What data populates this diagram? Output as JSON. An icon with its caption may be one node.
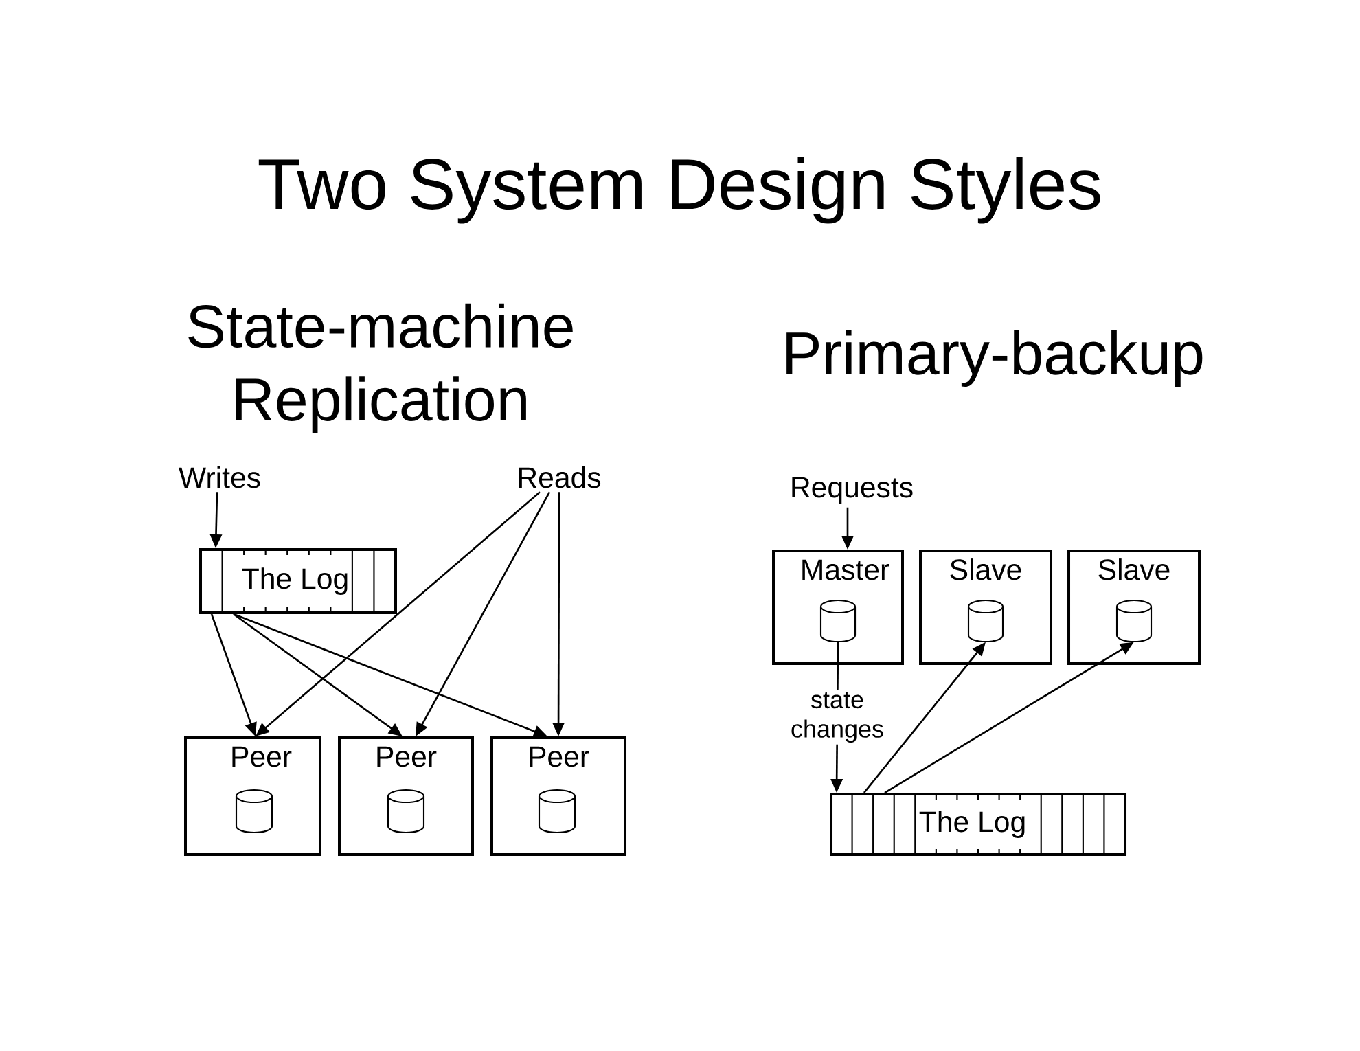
{
  "diagram": {
    "title": "Two System Design Styles",
    "nodes": [
      {
        "text": [
          "Writes"
        ]
      },
      {
        "text": [
          "Reads"
        ]
      },
      {
        "text": [
          "The Log"
        ]
      },
      {
        "text": [
          "Peer"
        ]
      },
      {
        "text": [
          "Peer"
        ]
      },
      {
        "text": [
          "Peer"
        ]
      },
      {
        "text": [
          "Requests"
        ]
      },
      {
        "text": [
          "Master"
        ]
      },
      {
        "text": [],
        "shape": "cylinder",
        "in": 7
      },
      {
        "text": [
          "Slave"
        ]
      },
      {
        "text": [],
        "shape": "cylinder",
        "in": 9
      },
      {
        "text": [
          "Slave"
        ]
      },
      {
        "text": [],
        "shape": "cylinder",
        "in": 11
      },
      {
        "text": [
          "The Log"
        ]
      }
    ],
    "edges": [
      {
        "from": 0,
        "to": 2,
        "arrow": "to"
      },
      {
        "from": 2,
        "to": 3,
        "arrow": "to"
      },
      {
        "from": 2,
        "to": 4,
        "arrow": "to"
      },
      {
        "from": 2,
        "to": 5,
        "arrow": "to"
      },
      {
        "from": 1,
        "to": 3,
        "arrow": "to"
      },
      {
        "from": 1,
        "to": 4,
        "arrow": "to"
      },
      {
        "from": 1,
        "to": 5,
        "arrow": "to"
      },
      {
        "from": 6,
        "to": 7,
        "arrow": "to"
      },
      {
        "from": 8,
        "to": 13,
        "arrow": "to",
        "label": "state changes"
      },
      {
        "from": 13,
        "to": 10,
        "arrow": "to"
      },
      {
        "from": 13,
        "to": 12,
        "arrow": "to"
      }
    ],
    "labels": [
      "State-machine Replication",
      "Primary-backup"
    ]
  }
}
